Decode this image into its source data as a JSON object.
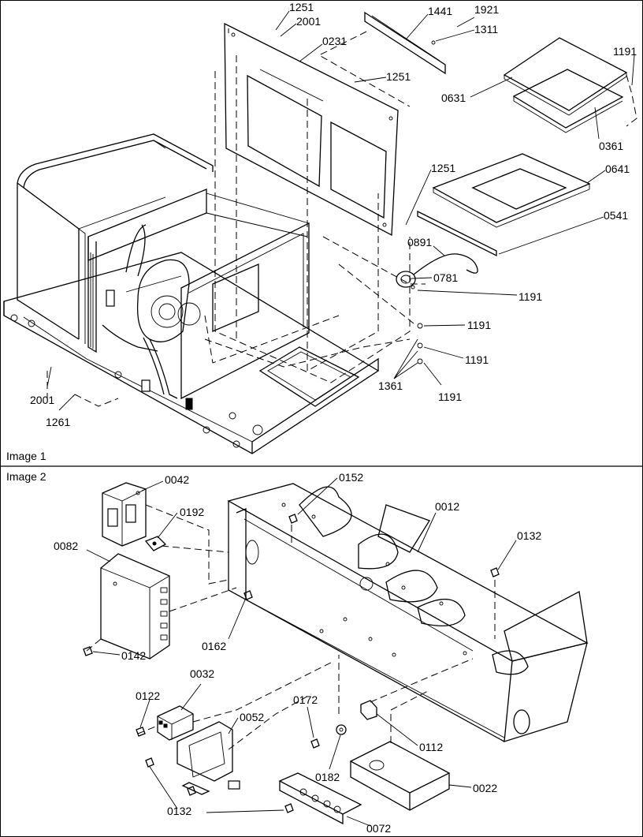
{
  "panels": [
    {
      "caption": "Image 1"
    },
    {
      "caption": "Image 2"
    }
  ],
  "callouts": [
    {
      "id": "1251-top",
      "text": "1251"
    },
    {
      "id": "2001-top",
      "text": "2001"
    },
    {
      "id": "0231",
      "text": "0231"
    },
    {
      "id": "1441",
      "text": "1441"
    },
    {
      "id": "1921",
      "text": "1921"
    },
    {
      "id": "1311",
      "text": "1311"
    },
    {
      "id": "1251-mid",
      "text": "1251"
    },
    {
      "id": "1191-tr",
      "text": "1191"
    },
    {
      "id": "0631",
      "text": "0631"
    },
    {
      "id": "0361",
      "text": "0361"
    },
    {
      "id": "1251-right",
      "text": "1251"
    },
    {
      "id": "0641",
      "text": "0641"
    },
    {
      "id": "0541",
      "text": "0541"
    },
    {
      "id": "0891",
      "text": "0891"
    },
    {
      "id": "0781",
      "text": "0781"
    },
    {
      "id": "1191-a",
      "text": "1191"
    },
    {
      "id": "1191-b",
      "text": "1191"
    },
    {
      "id": "1191-c",
      "text": "1191"
    },
    {
      "id": "1361",
      "text": "1361"
    },
    {
      "id": "1191-d",
      "text": "1191"
    },
    {
      "id": "2001-left",
      "text": "2001"
    },
    {
      "id": "1261",
      "text": "1261"
    },
    {
      "id": "0042",
      "text": "0042"
    },
    {
      "id": "0152",
      "text": "0152"
    },
    {
      "id": "0192",
      "text": "0192"
    },
    {
      "id": "0012",
      "text": "0012"
    },
    {
      "id": "0082",
      "text": "0082"
    },
    {
      "id": "0132-top",
      "text": "0132"
    },
    {
      "id": "0162",
      "text": "0162"
    },
    {
      "id": "0142",
      "text": "0142"
    },
    {
      "id": "0032",
      "text": "0032"
    },
    {
      "id": "0122",
      "text": "0122"
    },
    {
      "id": "0172",
      "text": "0172"
    },
    {
      "id": "0052",
      "text": "0052"
    },
    {
      "id": "0112",
      "text": "0112"
    },
    {
      "id": "0182",
      "text": "0182"
    },
    {
      "id": "0022",
      "text": "0022"
    },
    {
      "id": "0132-bottom",
      "text": "0132"
    },
    {
      "id": "0072",
      "text": "0072"
    }
  ]
}
